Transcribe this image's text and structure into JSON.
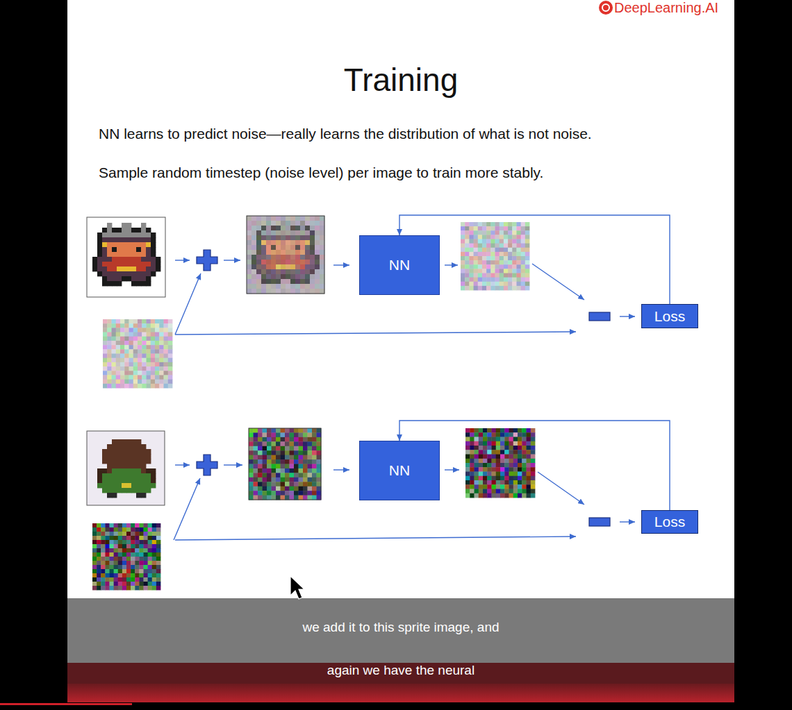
{
  "diagram": {
    "title": "Training",
    "nodes": [
      {
        "text": [
          "NN"
        ]
      },
      {
        "text": [
          "Loss"
        ]
      },
      {
        "text": [
          "NN"
        ]
      },
      {
        "text": [
          "Loss"
        ]
      }
    ],
    "edges": [
      {
        "from": 1,
        "to": 0,
        "arrow": "to"
      },
      {
        "from": 3,
        "to": 2,
        "arrow": "to"
      }
    ],
    "labels": [
      "DeepLearning.AI",
      "NN learns to predict noise—really learns the distribution of what is not noise.",
      "Sample random timestep (noise level) per image to train more stably.",
      "we add it to this sprite image, and",
      "again we have the neural"
    ]
  }
}
